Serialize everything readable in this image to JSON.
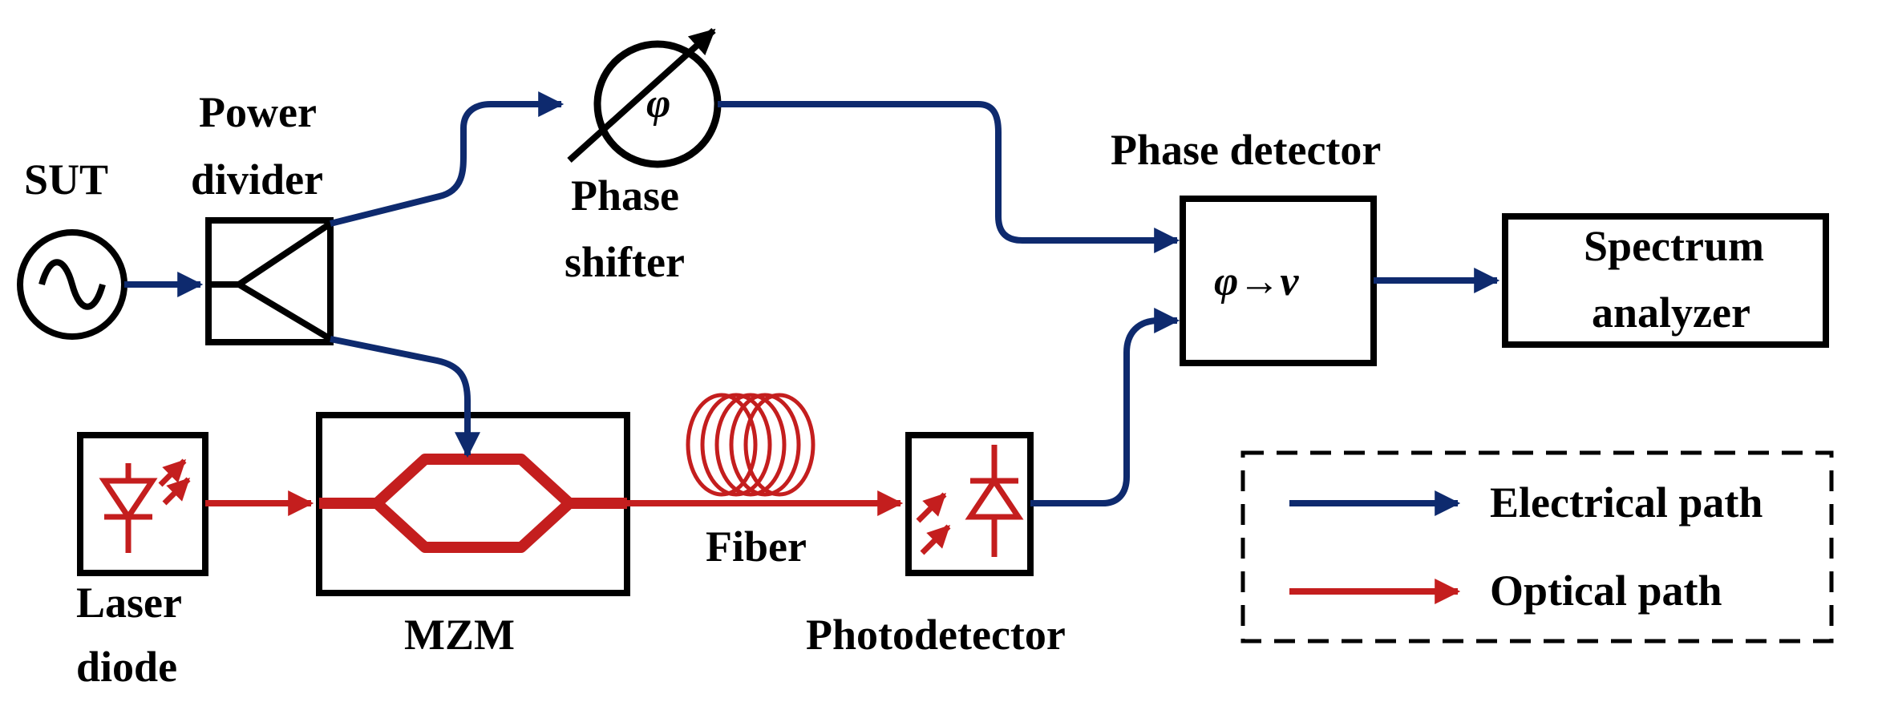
{
  "colors": {
    "electrical": "#0e2a6e",
    "optical": "#c41e1e",
    "block": "#000000"
  },
  "labels": {
    "sut": "SUT",
    "power_divider_line1": "Power",
    "power_divider_line2": "divider",
    "phase_symbol": "φ",
    "phase_shifter_line1": "Phase",
    "phase_shifter_line2": "shifter",
    "phase_detector": "Phase detector",
    "phase_detector_symbol": "φ→v",
    "spectrum_analyzer_line1": "Spectrum",
    "spectrum_analyzer_line2": "analyzer",
    "laser_diode_line1": "Laser",
    "laser_diode_line2": "diode",
    "mzm": "MZM",
    "fiber": "Fiber",
    "photodetector": "Photodetector"
  },
  "legend": {
    "electrical_label": "Electrical path",
    "optical_label": "Optical path"
  },
  "icons": {
    "source": "ac-source-icon",
    "laser": "laser-diode-icon",
    "detector": "photodiode-icon",
    "fiber": "fiber-coil-icon"
  }
}
